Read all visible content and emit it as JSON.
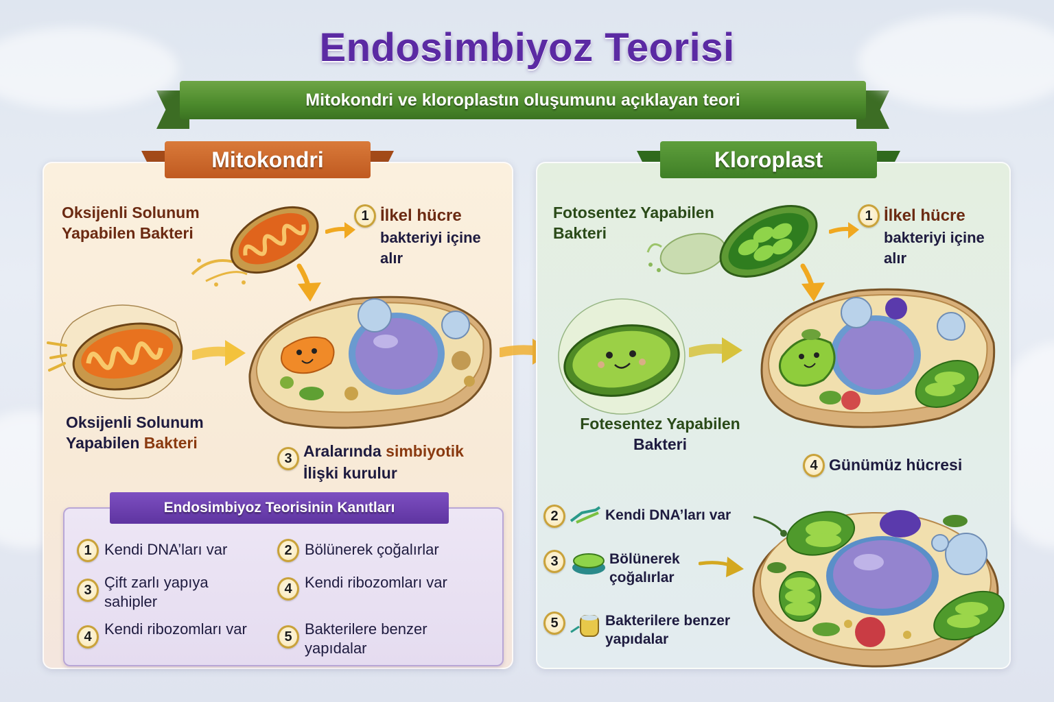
{
  "title": "Endosimbiyoz Teorisi",
  "subtitle": "Mitokondri ve kloroplastın oluşumunu açıklayan teori",
  "colors": {
    "title": "#5b2aa3",
    "mitokondri_ribbon": "#c05a20",
    "kloroplast_ribbon": "#3f7f26",
    "subtitle_ribbon": "#4c8a2c",
    "evidence_ribbon": "#5e34a0",
    "badge_border": "#c9a23a",
    "arrow": "#f0a820"
  },
  "mitokondri": {
    "header": "Mitokondri",
    "top_bacterium_label": [
      "Oksijenli Solunum",
      "Yapabilen Bakteri"
    ],
    "step1": {
      "number": "1",
      "line1": "İlkel hücre",
      "line2": "bakteriyi içine",
      "line3": "alır"
    },
    "bottom_bacterium_label": {
      "line1": "Oksijenli Solunum",
      "line2_a": "Yapabilen ",
      "line2_b": "Bakteri"
    },
    "step3": {
      "number": "3",
      "line1_a": "Aralarında ",
      "line1_b": "simbiyotik",
      "line2": "İlişki kurulur"
    },
    "illustrations": [
      "oxygen-respiring-bacterium",
      "mitochondrion-in-vesicle",
      "primitive-cell-with-mitochondrion"
    ]
  },
  "evidence": {
    "header": "Endosimbiyoz Teorisinin Kanıtları",
    "items": [
      {
        "number": "1",
        "text": "Kendi DNA’ları var"
      },
      {
        "number": "2",
        "text": "Bölünerek çoğalırlar"
      },
      {
        "number": "3",
        "text": "Çift zarlı yapıya sahipler"
      },
      {
        "number": "4",
        "text": "Kendi ribozomları var"
      },
      {
        "number": "4",
        "text": "Kendi ribozomları var"
      },
      {
        "number": "5",
        "text": "Bakterilere benzer yapıdalar"
      }
    ]
  },
  "kloroplast": {
    "header": "Kloroplast",
    "top_bacterium_label": [
      "Fotosentez Yapabilen",
      "Bakteri"
    ],
    "step1": {
      "number": "1",
      "line1": "İlkel hücre",
      "line2": "bakteriyi içine",
      "line3": "alır"
    },
    "bottom_bacterium_label": {
      "line1": "Fotesentez Yapabilen",
      "line2": "Bakteri"
    },
    "step4": {
      "number": "4",
      "text": "Günümüz hücresi"
    },
    "evidence_items": [
      {
        "number": "2",
        "icon": "dna-strand-icon",
        "text": "Kendi DNA’ları var"
      },
      {
        "number": "3",
        "icon": "dividing-plastid-icon",
        "text": "Bölünerek çoğalırlar"
      },
      {
        "number": "5",
        "icon": "bacteria-structure-icon",
        "text": "Bakterilere benzer yapıdalar"
      }
    ],
    "illustrations": [
      "photosynthetic-bacterium",
      "chloroplast-in-vesicle",
      "cell-with-chloroplast",
      "modern-plant-cell"
    ]
  }
}
